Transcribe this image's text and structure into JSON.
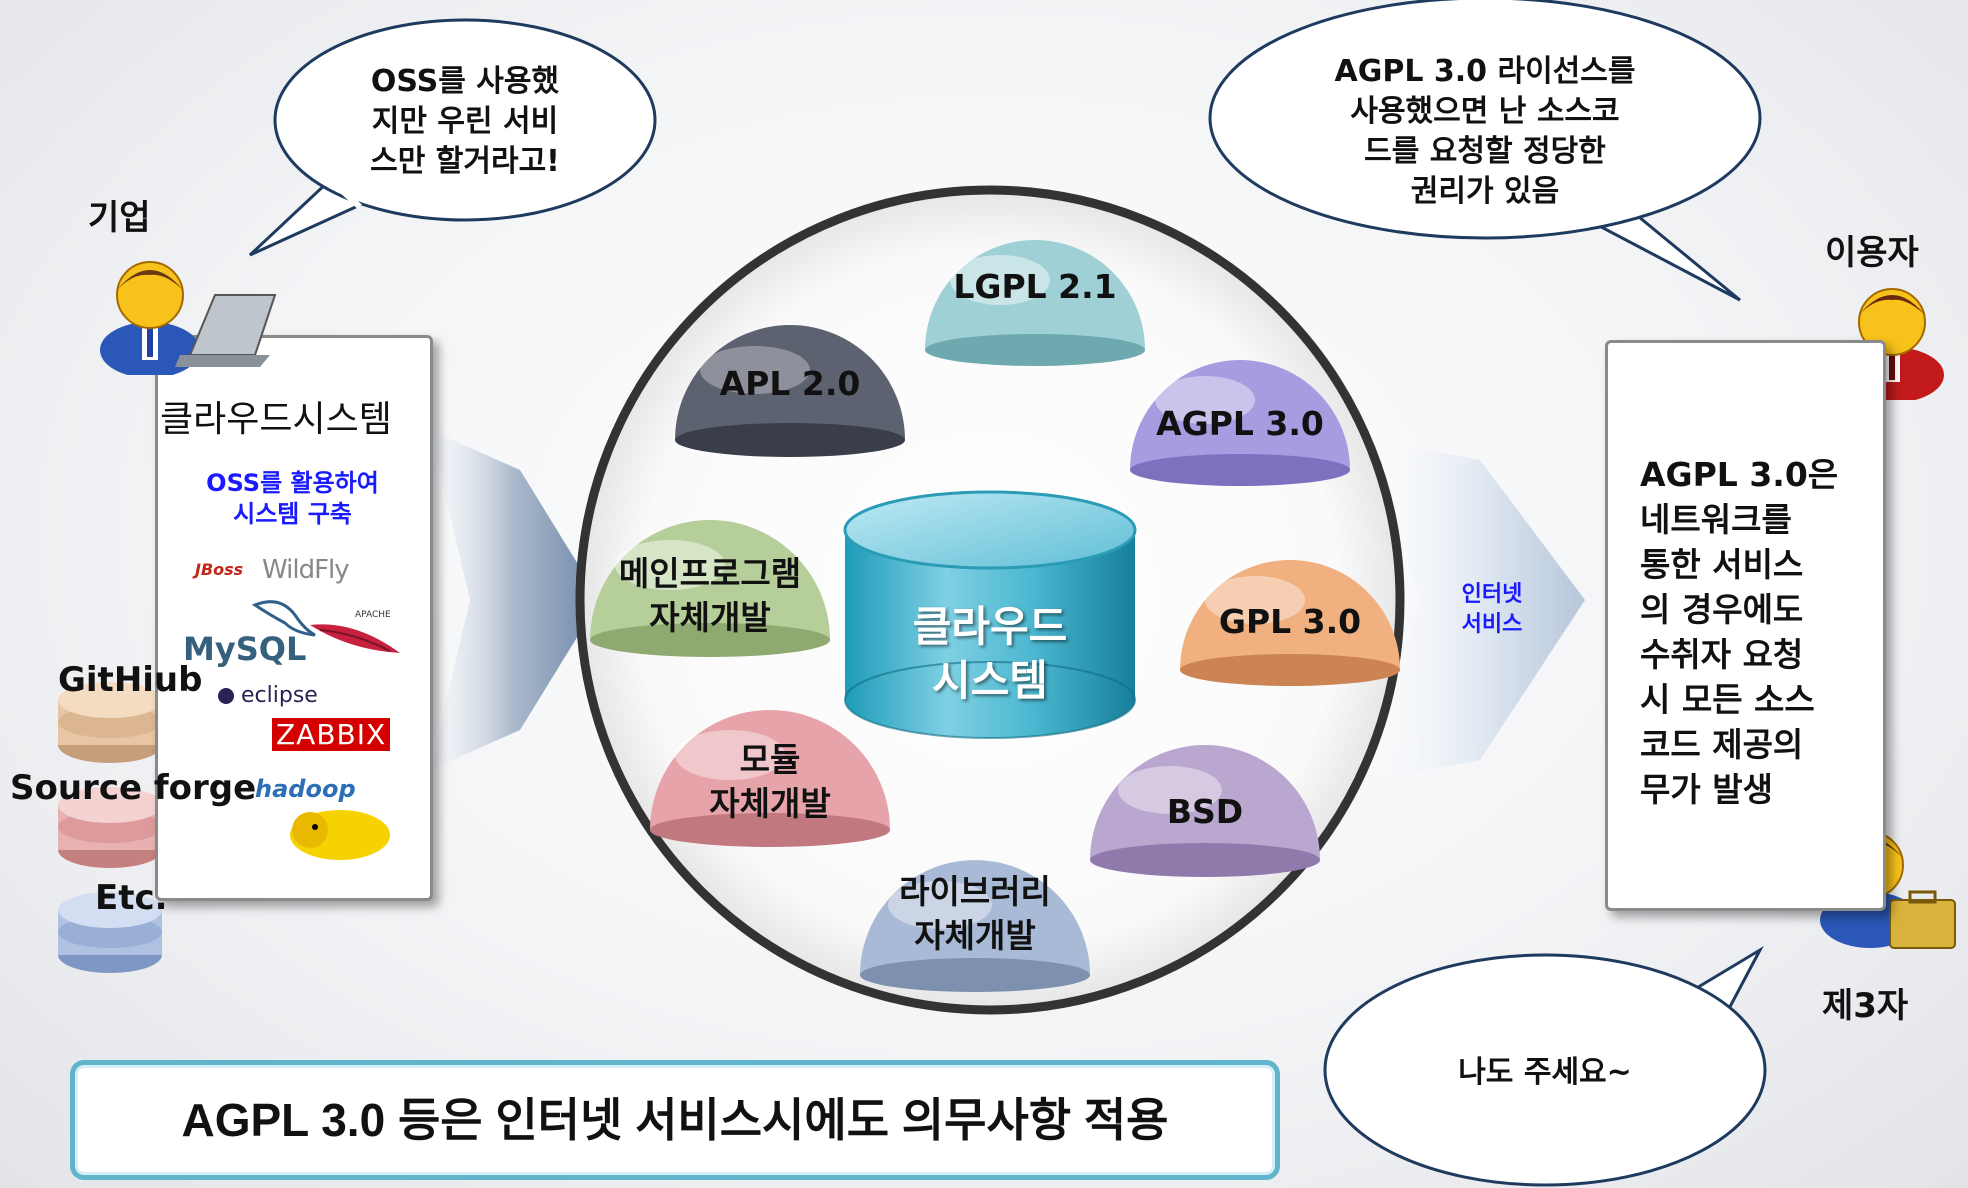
{
  "bubbles": {
    "company": [
      "OSS를 사용했",
      "지만 우린 서비",
      "스만 할거라고!"
    ],
    "user": [
      "AGPL 3.0 라이선스를",
      "사용했으면 난 소스코",
      "드를 요청할 정당한",
      "권리가 있음"
    ],
    "third": "나도 주세요~"
  },
  "actors": {
    "company": "기업",
    "user": "이용자",
    "third": "제3자"
  },
  "left_panel": {
    "title": "클라우드시스템",
    "subtitle": [
      "OSS를 활용하여",
      "시스템 구축"
    ],
    "logos": [
      "JBoss",
      "WildFly",
      "APACHE",
      "MySQL",
      "eclipse",
      "ZABBIX",
      "hadoop"
    ]
  },
  "repos": [
    "GitHiub",
    "Source forge",
    "Etc."
  ],
  "center": {
    "label": [
      "클라우드",
      "시스템"
    ],
    "domes": [
      {
        "key": "lgpl",
        "lines": [
          "LGPL 2.1"
        ]
      },
      {
        "key": "apl",
        "lines": [
          "APL 2.0"
        ]
      },
      {
        "key": "agpl",
        "lines": [
          "AGPL 3.0"
        ]
      },
      {
        "key": "gpl",
        "lines": [
          "GPL 3.0"
        ]
      },
      {
        "key": "bsd",
        "lines": [
          "BSD"
        ]
      },
      {
        "key": "main",
        "lines": [
          "메인프로그램",
          "자체개발"
        ]
      },
      {
        "key": "module",
        "lines": [
          "모듈",
          "자체개발"
        ]
      },
      {
        "key": "lib",
        "lines": [
          "라이브러리",
          "자체개발"
        ]
      }
    ]
  },
  "internet_service": [
    "인터넷",
    "서비스"
  ],
  "right_panel": [
    "AGPL 3.0은",
    "네트워크를",
    "통한 서비스",
    "의 경우에도",
    "수취자 요청",
    "시 모든 소스",
    "코드 제공의",
    "무가 발생"
  ],
  "footer": "AGPL 3.0 등은 인터넷 서비스시에도 의무사항 적용",
  "colors": {
    "bubble_border": "#1f3a5f",
    "link_blue": "#1a1aff",
    "footer_border": "#5fb5c9"
  }
}
